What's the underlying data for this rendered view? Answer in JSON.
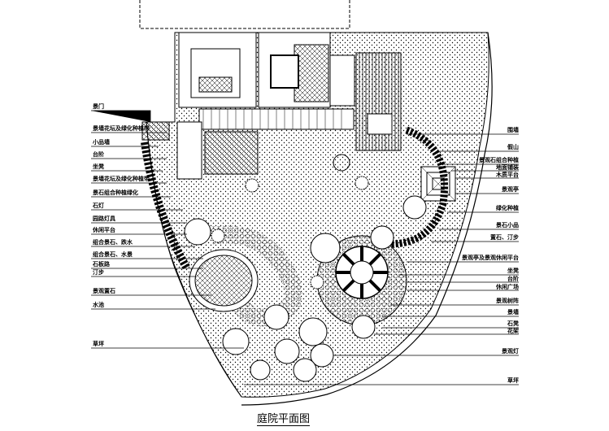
{
  "title": "庭院平面图",
  "left_labels": [
    "景门",
    "景墙花坛及绿化种植带",
    "小品墙",
    "台阶",
    "坐凳",
    "景墙花坛及绿化种植带",
    "景石组合种植绿化",
    "石灯",
    "园路灯具",
    "休闲平台",
    "组合景石、跌水",
    "组合景石、水景",
    "石板路",
    "汀步",
    "景观置石",
    "水池",
    "草坪"
  ],
  "right_labels": [
    "围墙",
    "假山",
    "景观石组合种植",
    "地面铺装",
    "木质平台",
    "景观亭",
    "绿化种植",
    "景石小品",
    "置石、汀步",
    "景观亭及景观休闲平台",
    "坐凳",
    "台阶",
    "休闲广场",
    "景观树阵",
    "景墙",
    "石凳",
    "花架",
    "景观灯",
    "草坪"
  ]
}
